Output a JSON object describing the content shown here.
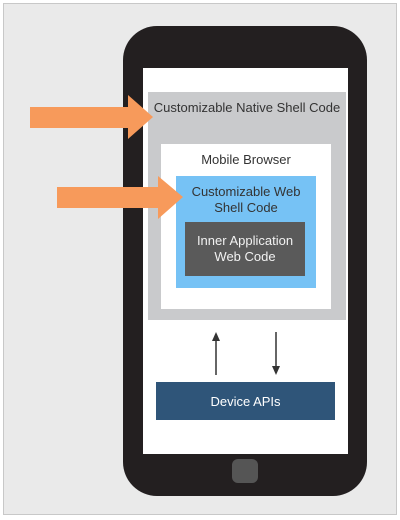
{
  "diagram": {
    "native_shell_label": "Customizable Native Shell Code",
    "browser_label": "Mobile Browser",
    "web_shell_label": "Customizable Web Shell Code",
    "inner_app_label": "Inner Application Web Code",
    "device_apis_label": "Device APIs"
  },
  "colors": {
    "phone_body": "#231f20",
    "native_shell": "#c9cacc",
    "web_shell": "#76c2f5",
    "inner_app": "#5a5a5a",
    "device_apis": "#2f5579",
    "arrow": "#f79a5b"
  }
}
